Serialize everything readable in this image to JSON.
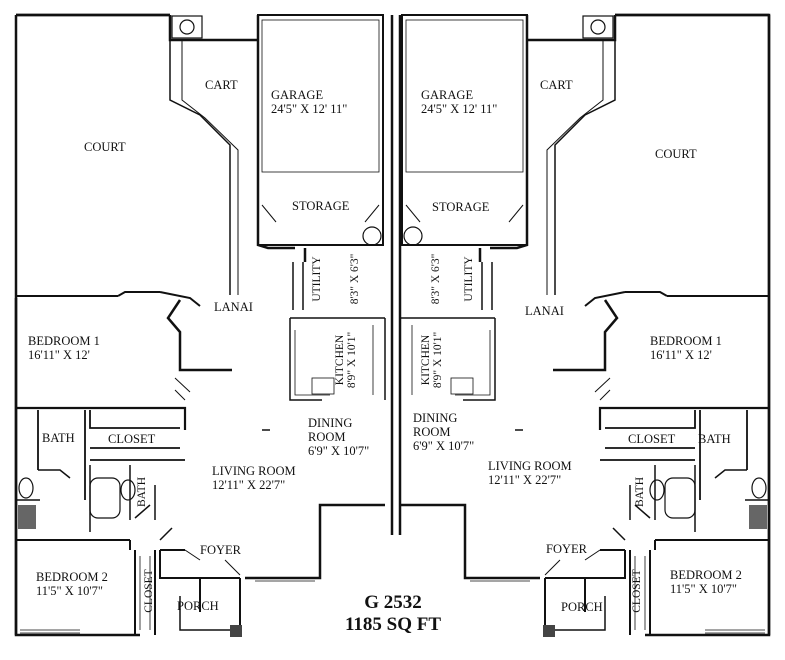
{
  "plan": {
    "model": "G 2532",
    "area": "1185 SQ FT",
    "unit_left": {
      "court": "COURT",
      "cart": "CART",
      "garage": {
        "name": "GARAGE",
        "dims": "24'5\" X 12' 11\""
      },
      "storage": "STORAGE",
      "utility": "UTILITY",
      "utility_dims": "8'3\" X 6'3\"",
      "lanai": "LANAI",
      "kitchen": {
        "name": "KITCHEN",
        "dims": "8'9\" X 10'1\""
      },
      "bedroom1": {
        "name": "BEDROOM 1",
        "dims": "16'11\" X 12'"
      },
      "bath": "BATH",
      "closet": "CLOSET",
      "bath2": "BATH",
      "dining": {
        "name1": "DINING",
        "name2": "ROOM",
        "dims": "6'9\" X 10'7\""
      },
      "living": {
        "name": "LIVING ROOM",
        "dims": "12'11\" X 22'7\""
      },
      "foyer": "FOYER",
      "bedroom2": {
        "name": "BEDROOM 2",
        "dims": "11'5\" X 10'7\""
      },
      "closet2": "CLOSET",
      "porch": "PORCH"
    },
    "unit_right": {
      "court": "COURT",
      "cart": "CART",
      "garage": {
        "name": "GARAGE",
        "dims": "24'5\" X 12' 11\""
      },
      "storage": "STORAGE",
      "utility": "UTILITY",
      "utility_dims": "8'3\" X 6'3\"",
      "lanai": "LANAI",
      "kitchen": {
        "name": "KITCHEN",
        "dims": "8'9\" X 10'1\""
      },
      "bedroom1": {
        "name": "BEDROOM 1",
        "dims": "16'11\" X 12'"
      },
      "bath": "BATH",
      "closet": "CLOSET",
      "bath2": "BATH",
      "dining": {
        "name1": "DINING",
        "name2": "ROOM",
        "dims": "6'9\" X 10'7\""
      },
      "living": {
        "name": "LIVING ROOM",
        "dims": "12'11\" X 22'7\""
      },
      "foyer": "FOYER",
      "bedroom2": {
        "name": "BEDROOM 2",
        "dims": "11'5\" X 10'7\""
      },
      "closet2": "CLOSET",
      "porch": "PORCH"
    }
  }
}
